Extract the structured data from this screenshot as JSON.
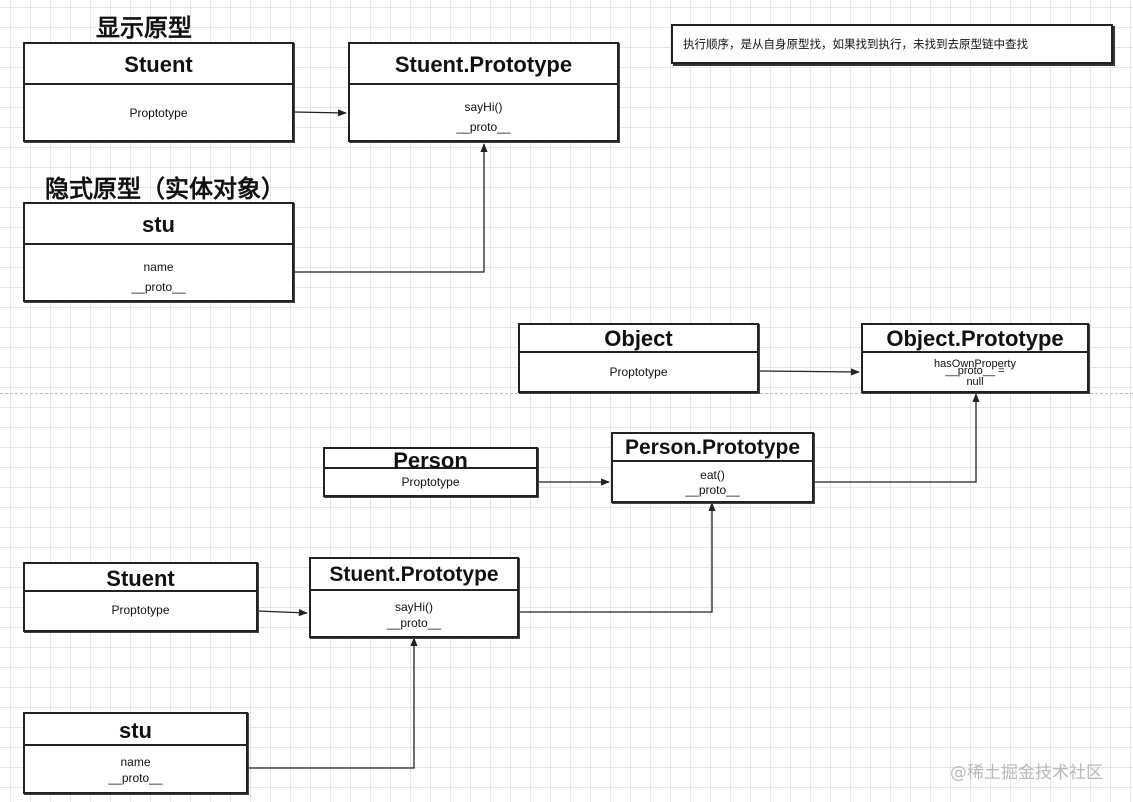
{
  "headings": {
    "explicit_prototype": "显示原型",
    "implicit_prototype": "隐式原型（实体对象）"
  },
  "note": "执行顺序，是从自身原型找，如果找到执行，未找到去原型链中查找",
  "boxes": {
    "top_stuent": {
      "title": "Stuent",
      "body": [
        "Proptotype"
      ]
    },
    "top_stuent_prototype": {
      "title": "Stuent.Prototype",
      "body": [
        "sayHi()",
        "__proto__"
      ]
    },
    "top_stu": {
      "title": "stu",
      "body": [
        "name",
        "__proto__"
      ]
    },
    "object": {
      "title": "Object",
      "body": [
        "Proptotype"
      ]
    },
    "object_prototype": {
      "title": "Object.Prototype",
      "body": [
        "hasOwnProperty",
        "__proto__ =",
        "null"
      ]
    },
    "person": {
      "title": "Person",
      "body": [
        "Proptotype"
      ]
    },
    "person_prototype": {
      "title": "Person.Prototype",
      "body": [
        "eat()",
        "__proto__"
      ]
    },
    "bottom_stuent": {
      "title": "Stuent",
      "body": [
        "Proptotype"
      ]
    },
    "bottom_stuent_prototype": {
      "title": "Stuent.Prototype",
      "body": [
        "sayHi()",
        "__proto__"
      ]
    },
    "bottom_stu": {
      "title": "stu",
      "body": [
        "name",
        "__proto__"
      ]
    }
  },
  "watermark": "@稀土掘金技术社区"
}
